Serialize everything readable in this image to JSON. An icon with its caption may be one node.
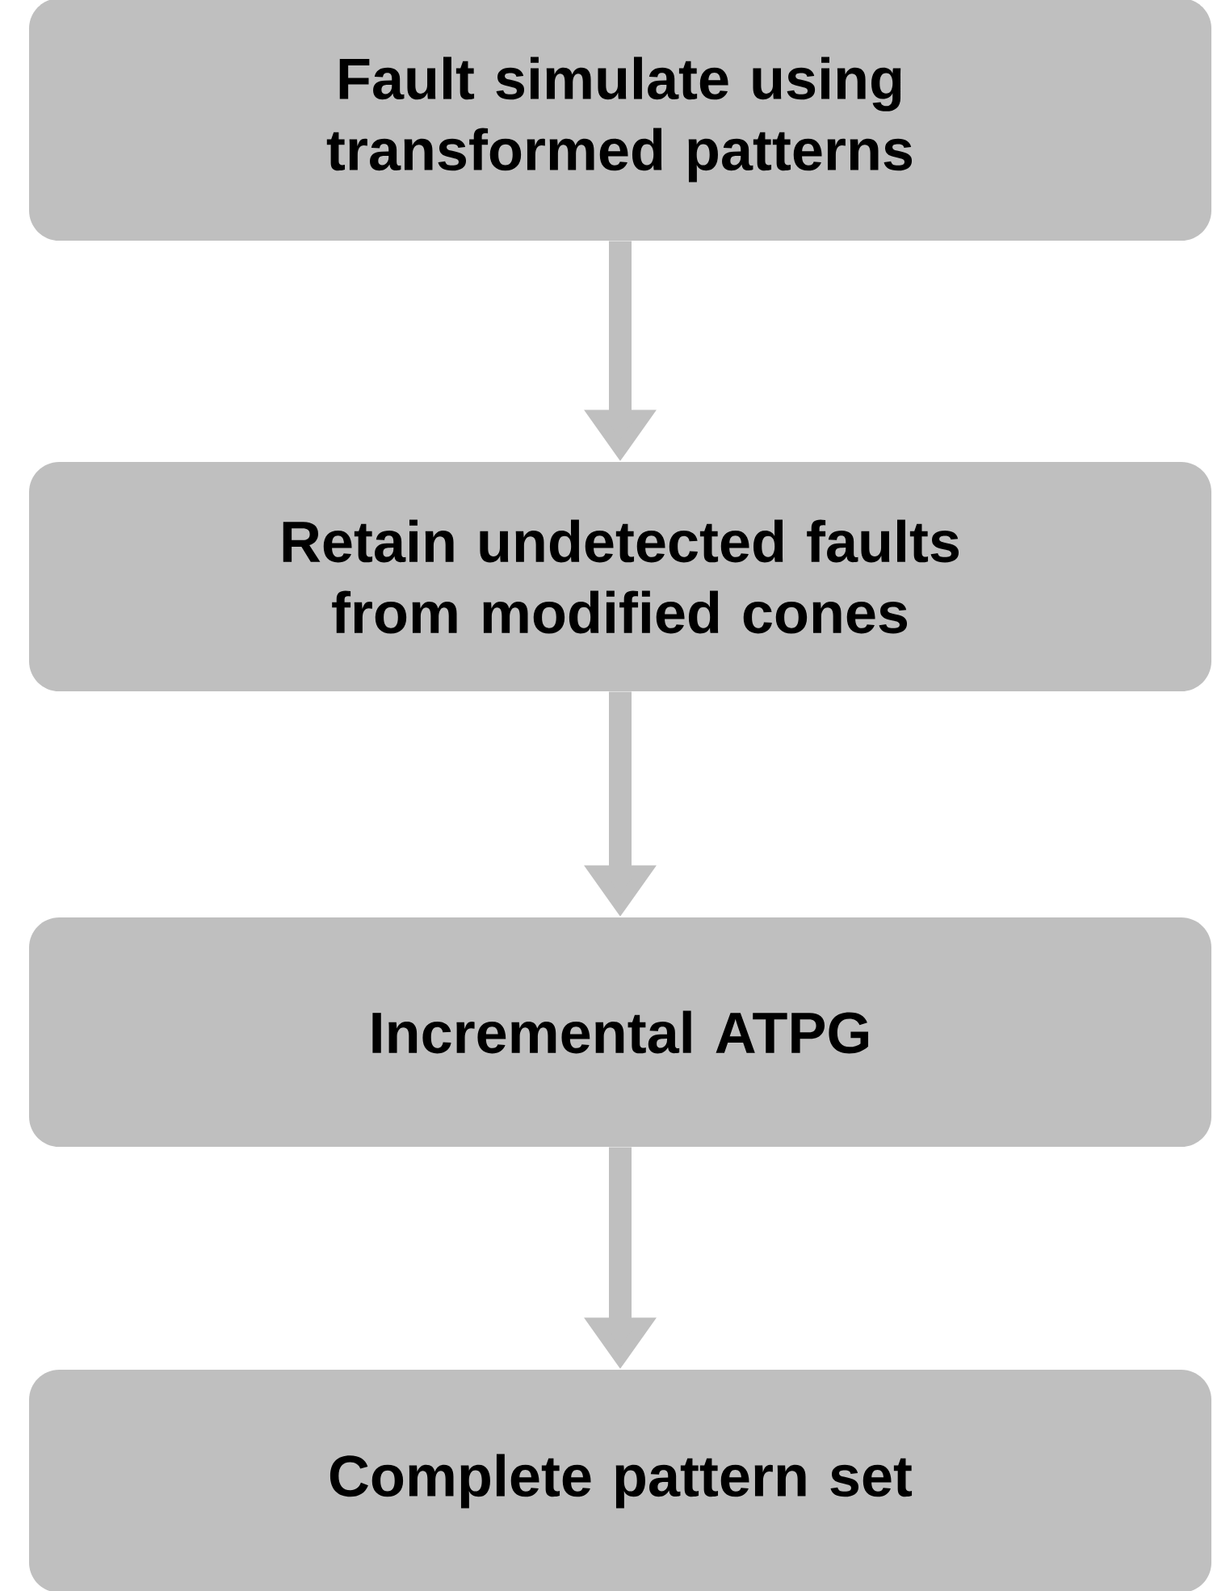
{
  "diagram": {
    "nodes": [
      {
        "text": [
          "Fault simulate using transformed patterns"
        ]
      },
      {
        "text": [
          "Retain undetected faults from modified cones"
        ]
      },
      {
        "text": [
          "Incremental ATPG"
        ]
      },
      {
        "text": [
          "Complete pattern set"
        ]
      }
    ],
    "edges": [
      {
        "from": 0,
        "to": 1,
        "arrow": "to"
      },
      {
        "from": 1,
        "to": 2,
        "arrow": "to"
      },
      {
        "from": 2,
        "to": 3,
        "arrow": "to"
      }
    ]
  }
}
